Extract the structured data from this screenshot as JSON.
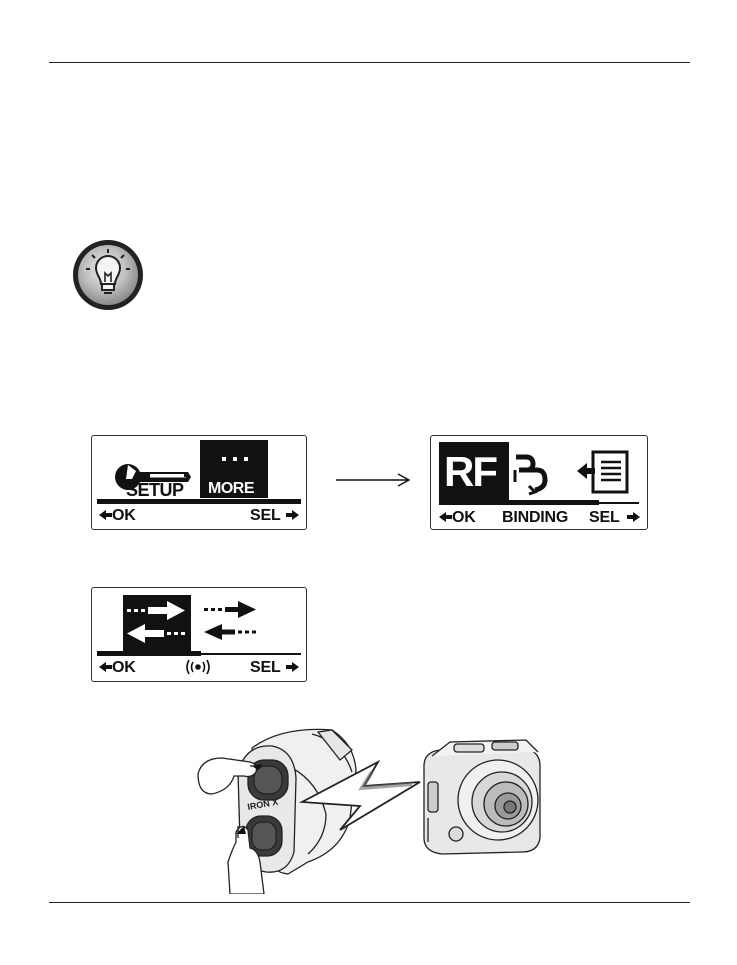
{
  "screen1": {
    "setup_label": "SETUP",
    "more_label": "MORE",
    "ok_label": "OK",
    "sel_label": "SEL"
  },
  "screen2": {
    "rf_label": "RF",
    "ok_label": "OK",
    "binding_label": "BINDING",
    "sel_label": "SEL"
  },
  "screen3": {
    "ok_label": "OK",
    "sel_label": "SEL"
  },
  "icons": {
    "tip": "lightbulb-icon",
    "setup": "wrench-icon",
    "more": "ellipsis-icon",
    "binding": "binding-icon",
    "exit": "exit-icon",
    "sync_selected": "sync-arrows-icon",
    "sync": "sync-arrows-icon",
    "wireless": "wireless-icon",
    "left": "arrow-left-icon",
    "right": "arrow-right-icon",
    "flow": "arrow-right-icon"
  }
}
